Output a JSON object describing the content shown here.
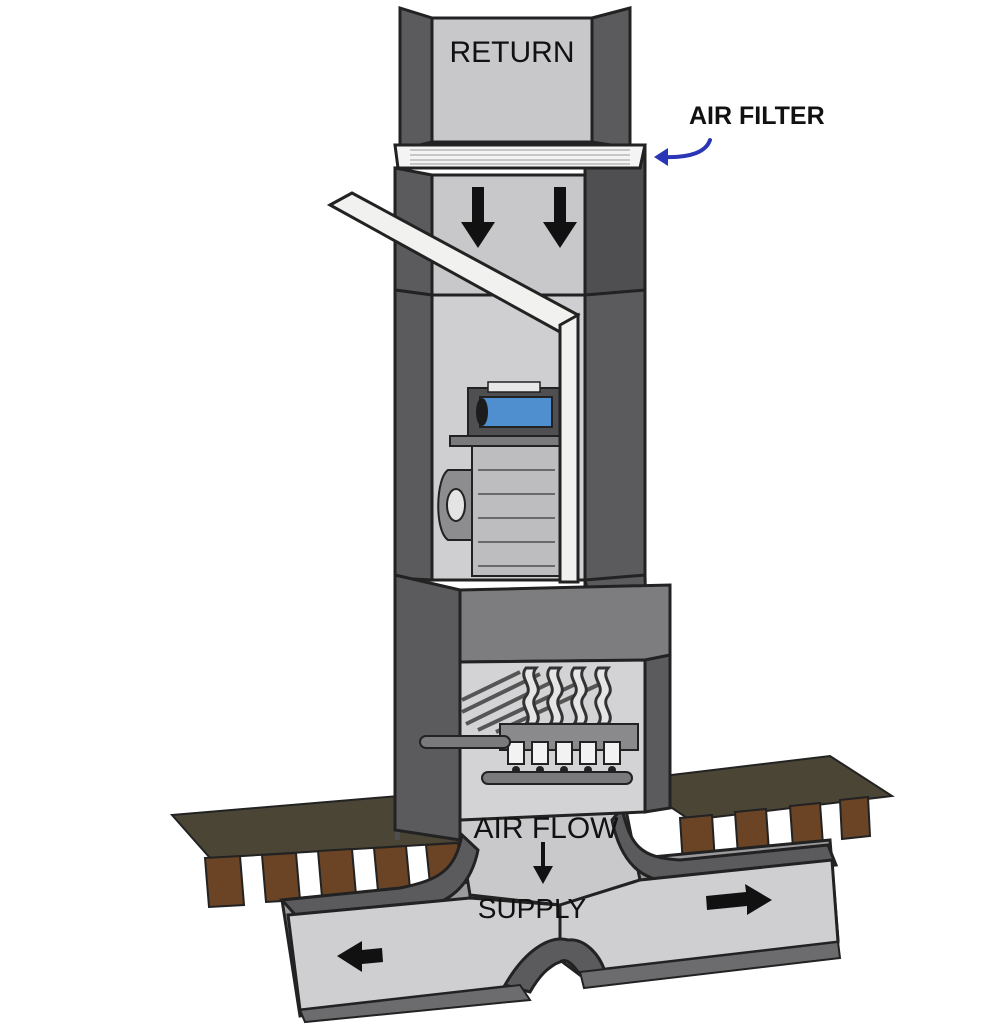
{
  "labels": {
    "return": "RETURN",
    "air_filter": "AIR FILTER",
    "air_flow": "AIR FLOW",
    "supply": "SUPPLY"
  },
  "colors": {
    "cabinet_dark": "#5b5b5e",
    "cabinet_mid": "#8d8d90",
    "panel_light": "#c8c8cb",
    "panel_lighter": "#d7d7d9",
    "floor_top": "#4b4536",
    "joist": "#6b4426",
    "blower_blue": "#4f8fd0",
    "filter_arrow": "#2a36b6",
    "flue_pipe": "#f1f1ef"
  },
  "icons": [
    "down-arrow-icon",
    "left-arrow-icon",
    "right-arrow-icon",
    "curved-arrow-icon"
  ]
}
